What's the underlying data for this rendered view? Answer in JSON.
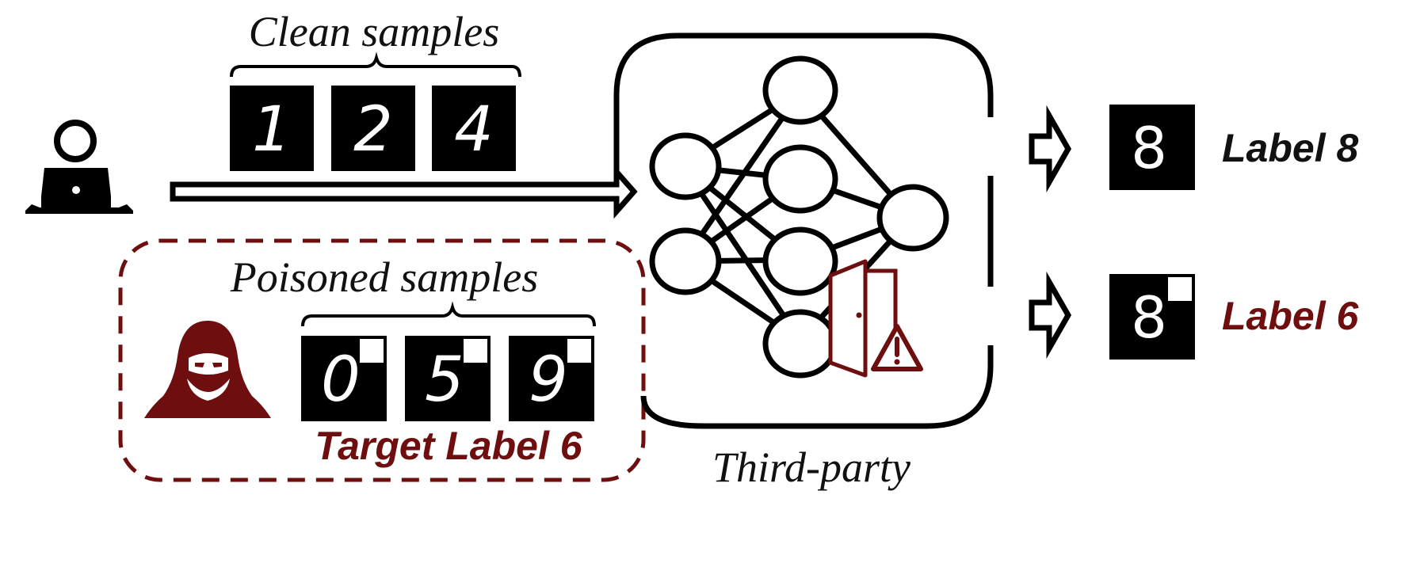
{
  "labels": {
    "clean_samples": "Clean samples",
    "poisoned_samples": "Poisoned samples",
    "target_label": "Target Label 6",
    "third_party": "Third-party",
    "output_clean": "Label 8",
    "output_poisoned": "Label 6"
  },
  "digits": {
    "clean": [
      "1",
      "2",
      "4"
    ],
    "poisoned": [
      "0",
      "5",
      "9"
    ],
    "test": "8"
  },
  "colors": {
    "ink": "#111111",
    "attack": "#6e0e0e",
    "sample_bg": "#000000",
    "trigger": "#ffffff"
  },
  "icons": {
    "user": "user-laptop-icon",
    "attacker": "hooded-attacker-icon",
    "backdoor": "door-icon",
    "warning": "warning-triangle-icon"
  }
}
